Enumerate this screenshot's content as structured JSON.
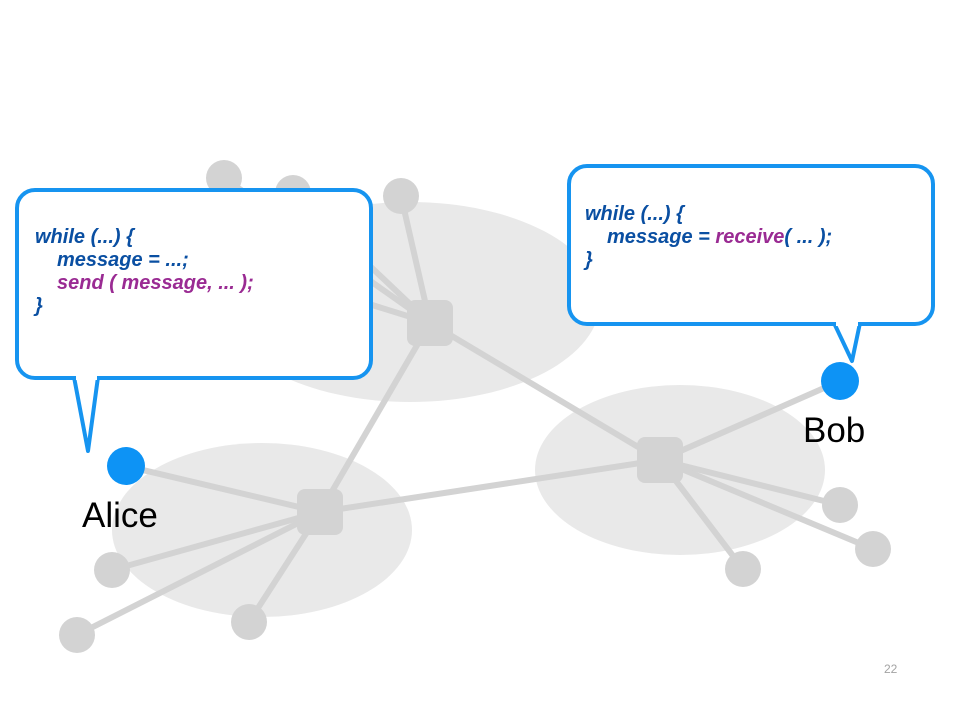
{
  "colors": {
    "network_link": "#d3d3d3",
    "network_node": "#d3d3d3",
    "network_region": "#e9e9e9",
    "endpoint": "#0d93f5",
    "bubble_border": "#1694f0",
    "code_text": "#0a4fa2",
    "code_call": "#9a2b93"
  },
  "alice": {
    "name": "Alice",
    "code": {
      "line1": "while (...) {",
      "line2": "message = ...;",
      "line3_call": "send",
      "line3_rest": " ( message, ... );",
      "line4": "}"
    }
  },
  "bob": {
    "name": "Bob",
    "code": {
      "line1": "while (...) {",
      "line2_pre": "message = ",
      "line2_call": "receive",
      "line2_rest": "( ... );",
      "line3": "}"
    }
  },
  "page_number": "22"
}
